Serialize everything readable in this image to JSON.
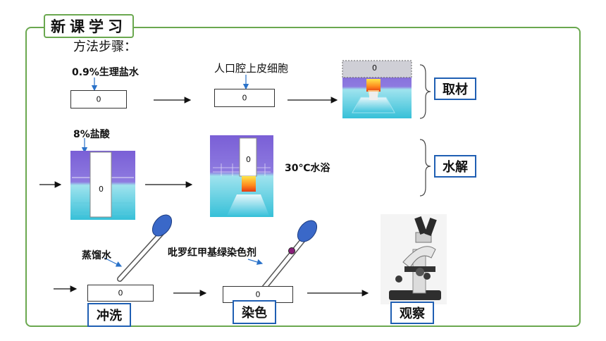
{
  "header": {
    "title": "新课学习",
    "subtitle": "方法步骤："
  },
  "row1": {
    "saline_label": "0.9%生理盐水",
    "cells_label": "人口腔上皮细胞",
    "slide_mark": "0",
    "step": "取材"
  },
  "row2": {
    "acid_label": "8%盐酸",
    "bath_label": "30℃水浴",
    "slide_mark": "0",
    "step": "水解"
  },
  "row3": {
    "water_label": "蒸馏水",
    "dye_label": "吡罗红甲基绿染色剂",
    "slide_mark": "0",
    "step_rinse": "冲洗",
    "step_stain": "染色",
    "step_observe": "观察"
  }
}
